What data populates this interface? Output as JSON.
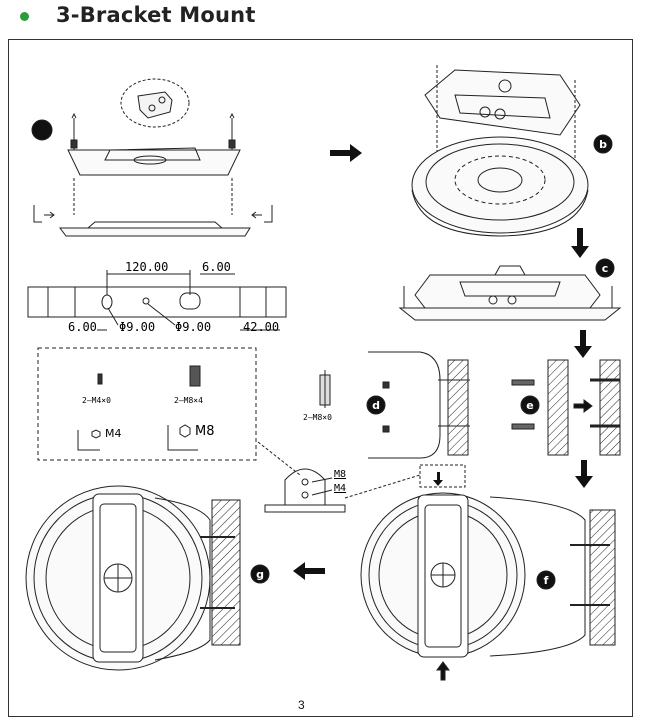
{
  "header": {
    "title": "3-Bracket Mount",
    "bullet_color": "#2a9d3a"
  },
  "steps": {
    "b": "b",
    "c": "c",
    "d": "d",
    "e": "e",
    "f": "f",
    "g": "g"
  },
  "bracket_dims": {
    "d1": "120.00",
    "d2": "6.00",
    "d3": "6.00",
    "d4": "Φ9.00",
    "d5": "Φ9.00",
    "d6": "42.00"
  },
  "parts": {
    "screw_m4": "2–M4×0",
    "screw_m8": "2–M8×4",
    "wrench_m4": "M4",
    "wrench_m8": "M8",
    "anchor": "2–M8×0",
    "bracket_m8": "M8",
    "bracket_m4": "M4"
  },
  "footer": {
    "page_number": "3"
  }
}
